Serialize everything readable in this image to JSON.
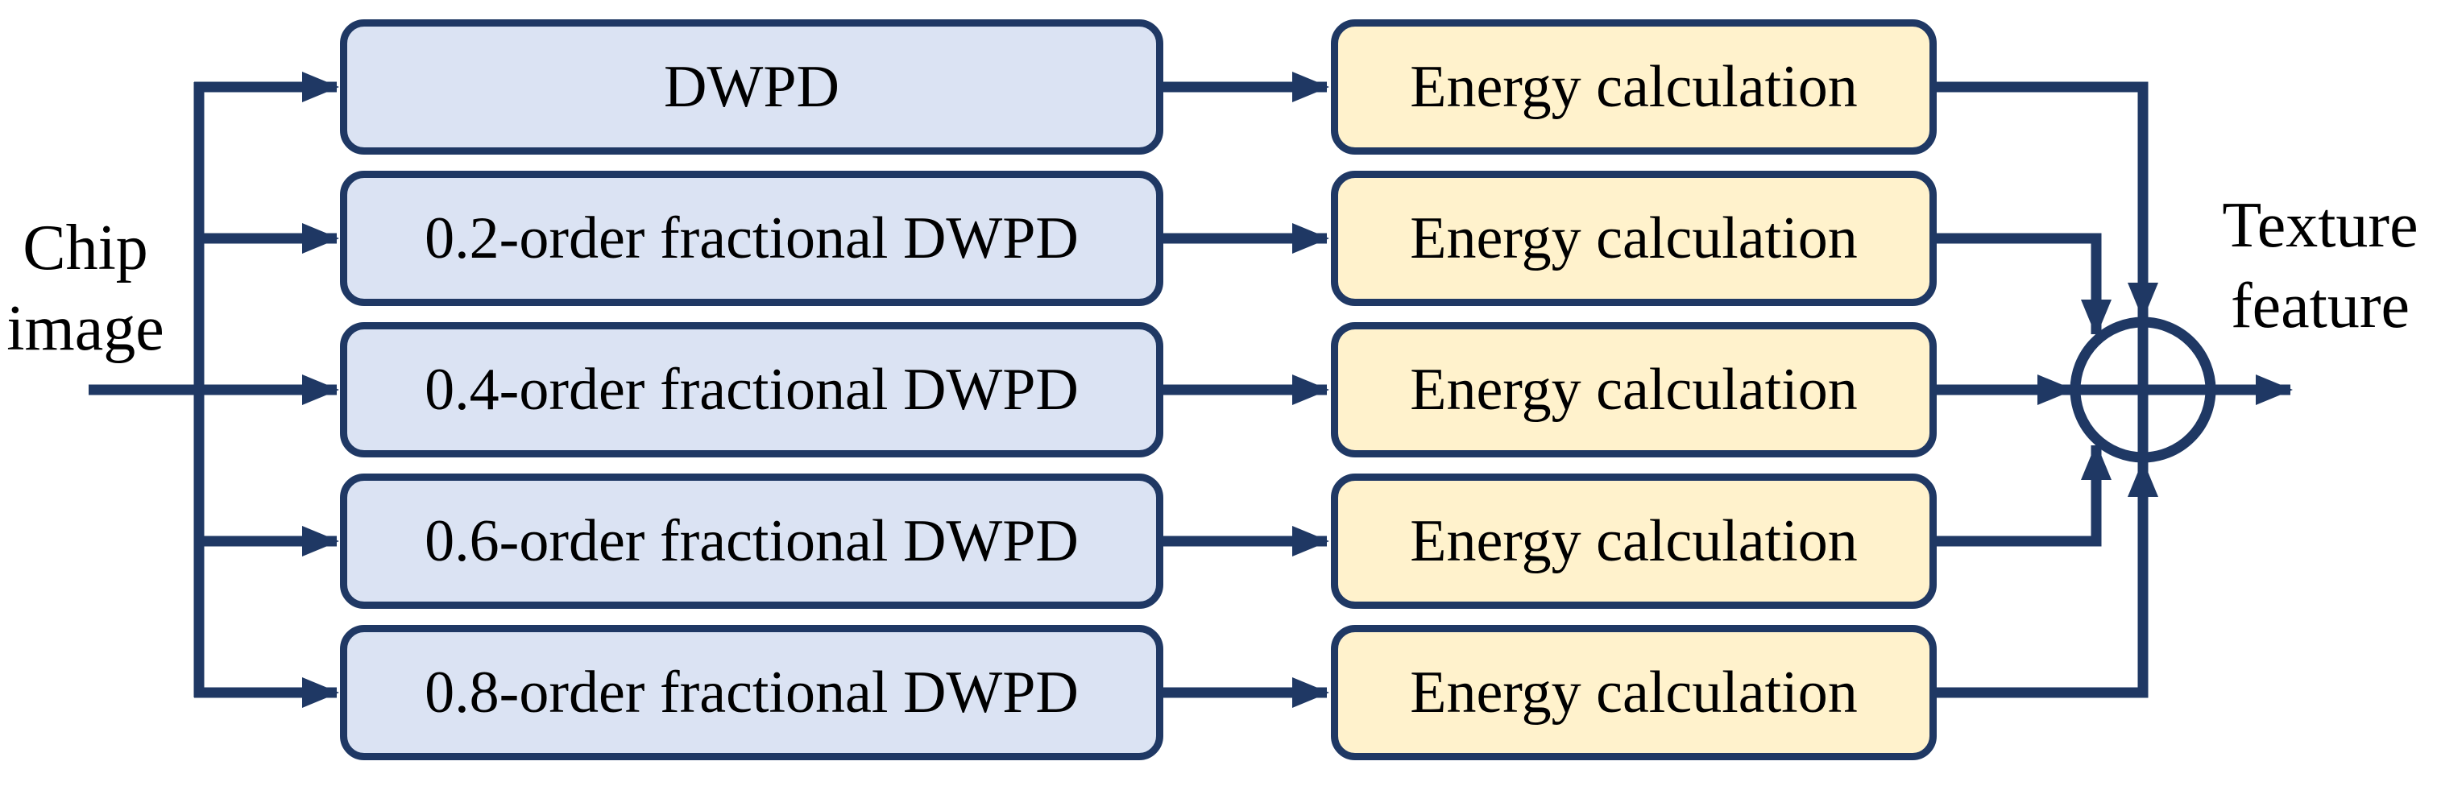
{
  "diagram": {
    "input_label": {
      "line1": "Chip",
      "line2": "image"
    },
    "output_label": {
      "line1": "Texture",
      "line2": "feature"
    },
    "decomposition_boxes": [
      {
        "label": "DWPD"
      },
      {
        "label": "0.2-order fractional DWPD"
      },
      {
        "label": "0.4-order fractional DWPD"
      },
      {
        "label": "0.6-order fractional DWPD"
      },
      {
        "label": "0.8-order fractional DWPD"
      }
    ],
    "energy_boxes": [
      {
        "label": "Energy calculation"
      },
      {
        "label": "Energy calculation"
      },
      {
        "label": "Energy calculation"
      },
      {
        "label": "Energy calculation"
      },
      {
        "label": "Energy calculation"
      }
    ],
    "summation_node": {
      "symbol": "circled-plus"
    },
    "colors": {
      "line": "#1F3864",
      "decomposition_fill": "#DBE3F3",
      "energy_fill": "#FFF2CC",
      "summation_fill": "#FFFFFF",
      "text": "#000000"
    }
  }
}
